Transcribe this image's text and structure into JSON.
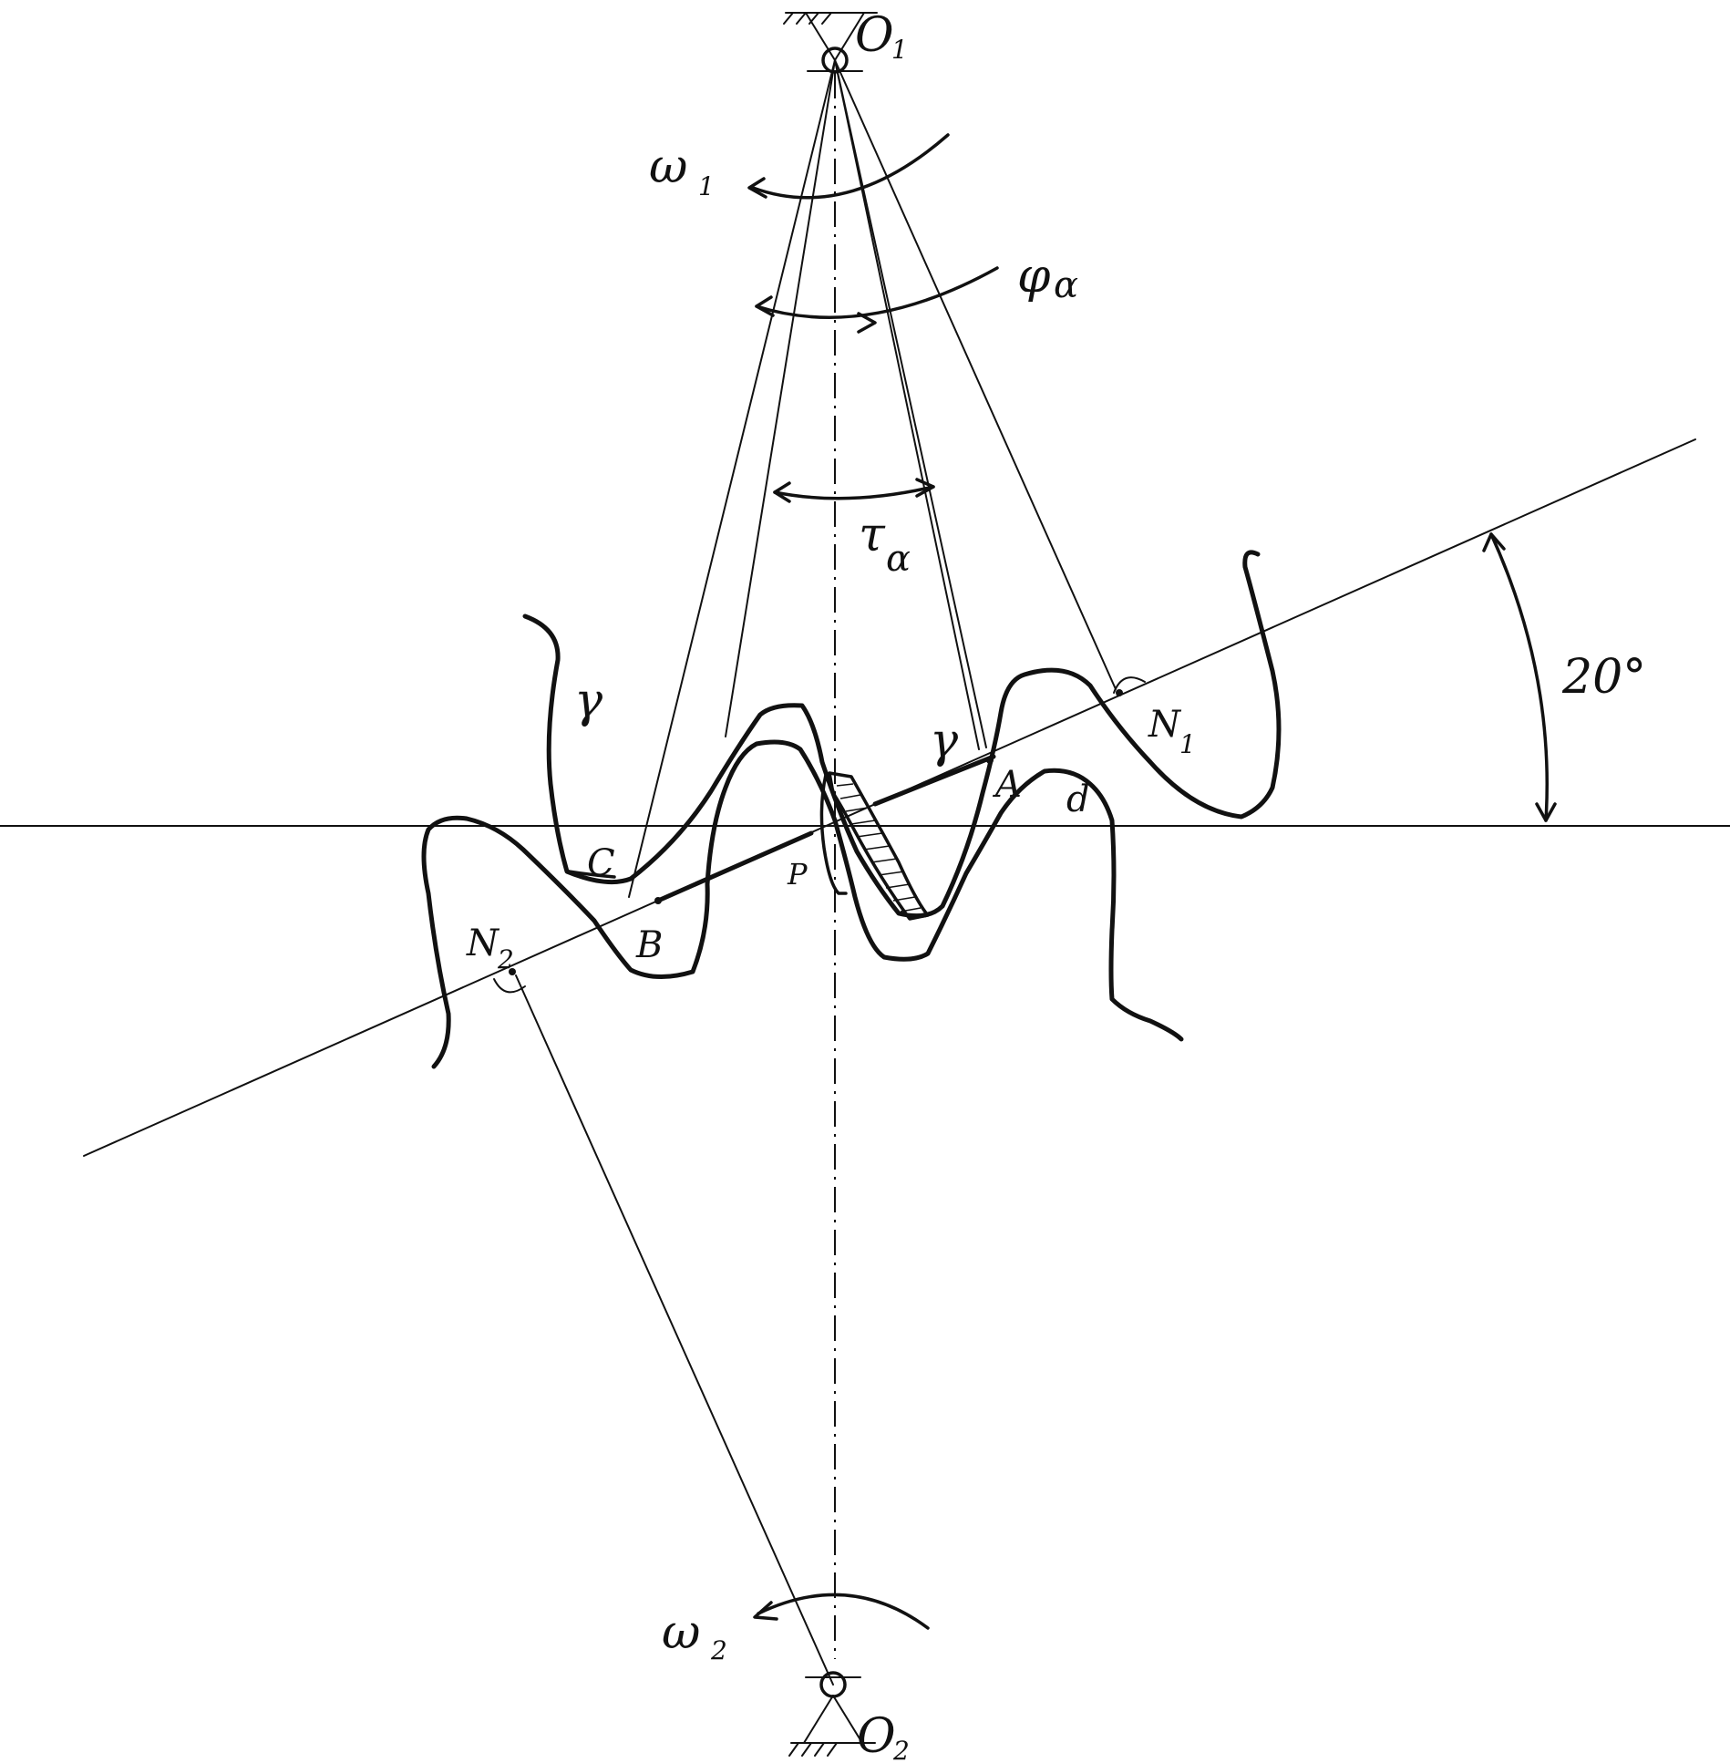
{
  "diagram": {
    "labels": {
      "pivot_top": "O",
      "pivot_top_sub": "1",
      "pivot_bottom": "O",
      "pivot_bottom_sub": "2",
      "omega1": "ω",
      "omega1_sub": "1",
      "omega2": "ω",
      "omega2_sub": "2",
      "phi": "φ",
      "phi_sub": "α",
      "tau": "τ",
      "tau_sub": "α",
      "angle": "20°",
      "gamma_left": "γ",
      "gamma_right": "γ",
      "point_a": "A",
      "point_b": "B",
      "point_c": "C",
      "point_p": "P",
      "point_d": "d",
      "n1": "N",
      "n1_sub": "1",
      "n2": "N",
      "n2_sub": "2"
    }
  }
}
